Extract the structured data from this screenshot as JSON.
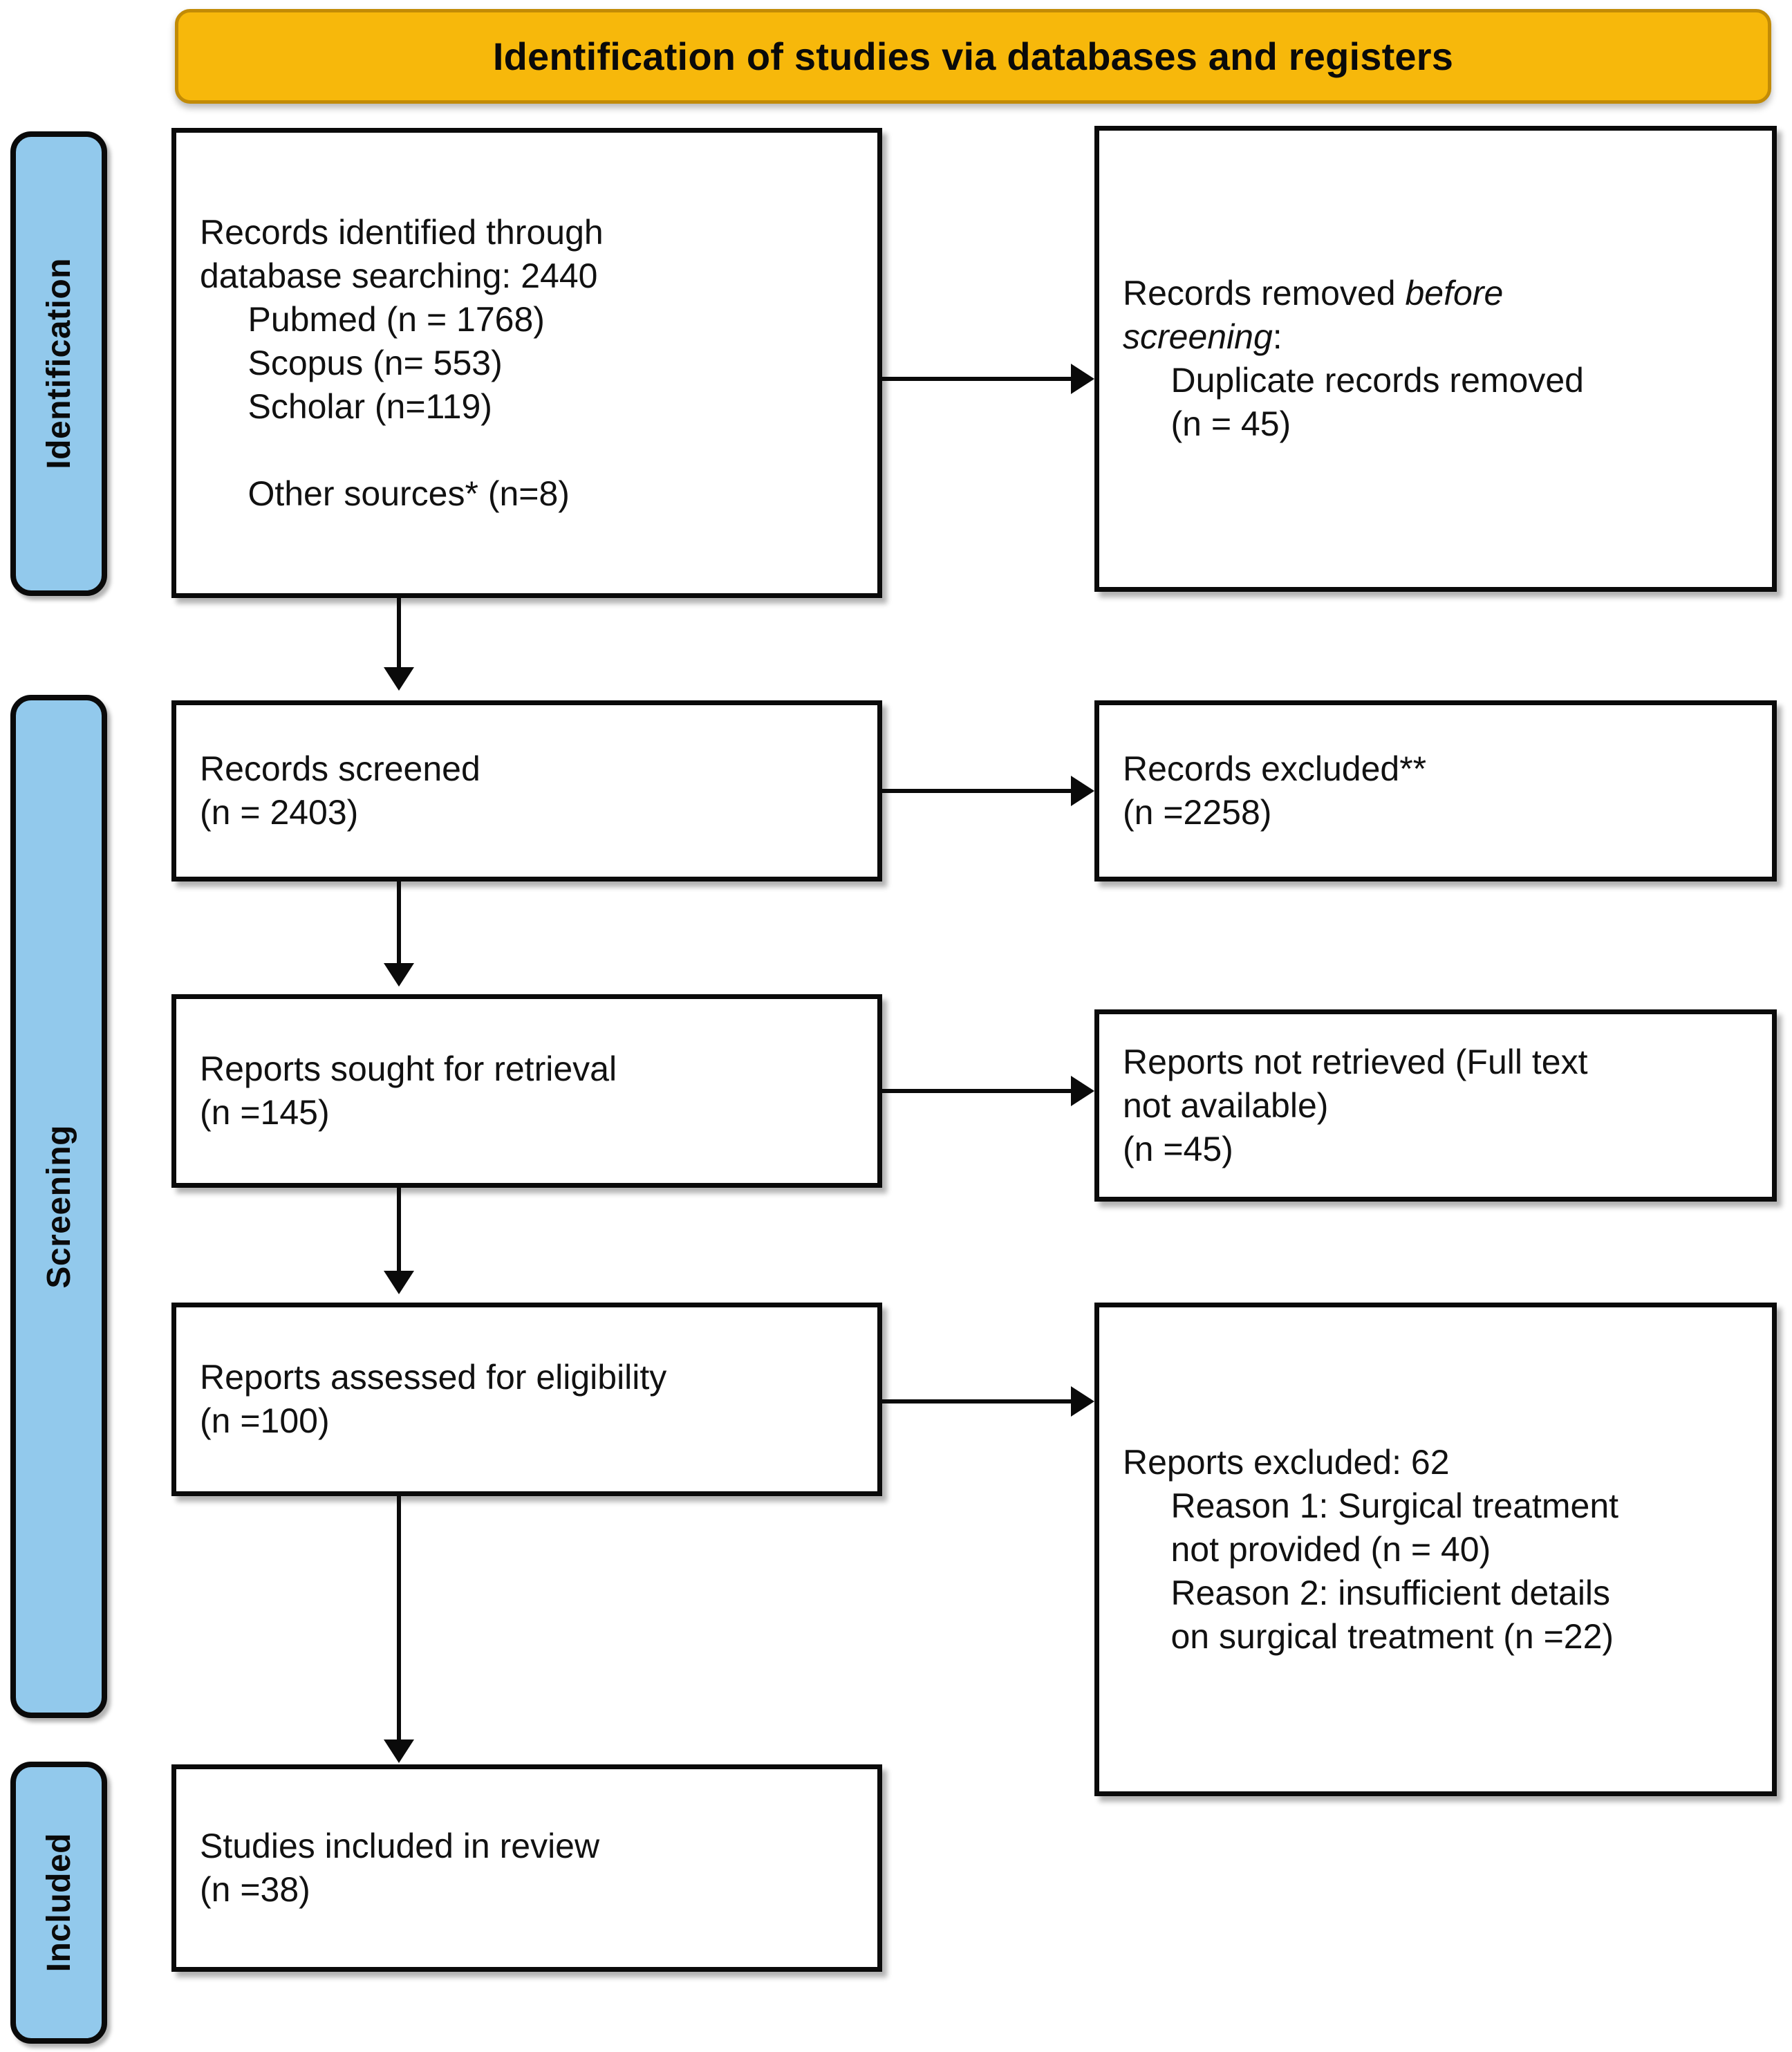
{
  "diagram": {
    "type": "prisma-flow-diagram",
    "header": {
      "title": "Identification of studies via databases and registers",
      "background_color": "#F7B80B",
      "text_color": "#0A0A0A"
    },
    "stage_color": "#92C9EC",
    "stages": [
      {
        "id": "identification",
        "label": "Identification"
      },
      {
        "id": "screening",
        "label": "Screening"
      },
      {
        "id": "included",
        "label": "Included"
      }
    ],
    "boxes": {
      "records_identified": {
        "line1": "Records identified through",
        "line2": "database searching: 2440",
        "line3": "     Pubmed (n = 1768)",
        "line4": "     Scopus (n= 553)",
        "line5": "     Scholar (n=119)",
        "line6": "",
        "line7": "     Other sources* (n=8)"
      },
      "records_removed": {
        "line1_a": "Records removed ",
        "line1_b": "before",
        "line2_b": "screening",
        "line2_a": ":",
        "line3": "     Duplicate records removed",
        "line4": "     (n = 45)"
      },
      "records_screened": {
        "line1": "Records screened",
        "line2": "(n = 2403)"
      },
      "records_excluded": {
        "line1": "Records excluded**",
        "line2": "(n =2258)"
      },
      "reports_sought": {
        "line1": "Reports sought for retrieval",
        "line2": "(n =145)"
      },
      "reports_not_retrieved": {
        "line1": "Reports not retrieved (Full text",
        "line2": "not available)",
        "line3": "(n =45)"
      },
      "reports_assessed": {
        "line1": "Reports assessed for eligibility",
        "line2": "(n =100)"
      },
      "reports_excluded": {
        "line1": "Reports excluded: 62",
        "line2": "     Reason 1: Surgical treatment",
        "line3": "     not provided (n = 40)",
        "line4": "     Reason 2: insufficient details",
        "line5": "     on surgical treatment (n =22)"
      },
      "studies_included": {
        "line1": "Studies included in review",
        "line2": "(n =38)"
      }
    },
    "counts": {
      "database_total": 2440,
      "pubmed": 1768,
      "scopus": 553,
      "scholar": 119,
      "other_sources": 8,
      "duplicates_removed": 45,
      "records_screened": 2403,
      "records_excluded": 2258,
      "reports_sought": 145,
      "reports_not_retrieved": 45,
      "reports_assessed": 100,
      "reports_excluded_total": 62,
      "reason_1_no_surgical_treatment": 40,
      "reason_2_insufficient_details": 22,
      "studies_included": 38
    }
  }
}
